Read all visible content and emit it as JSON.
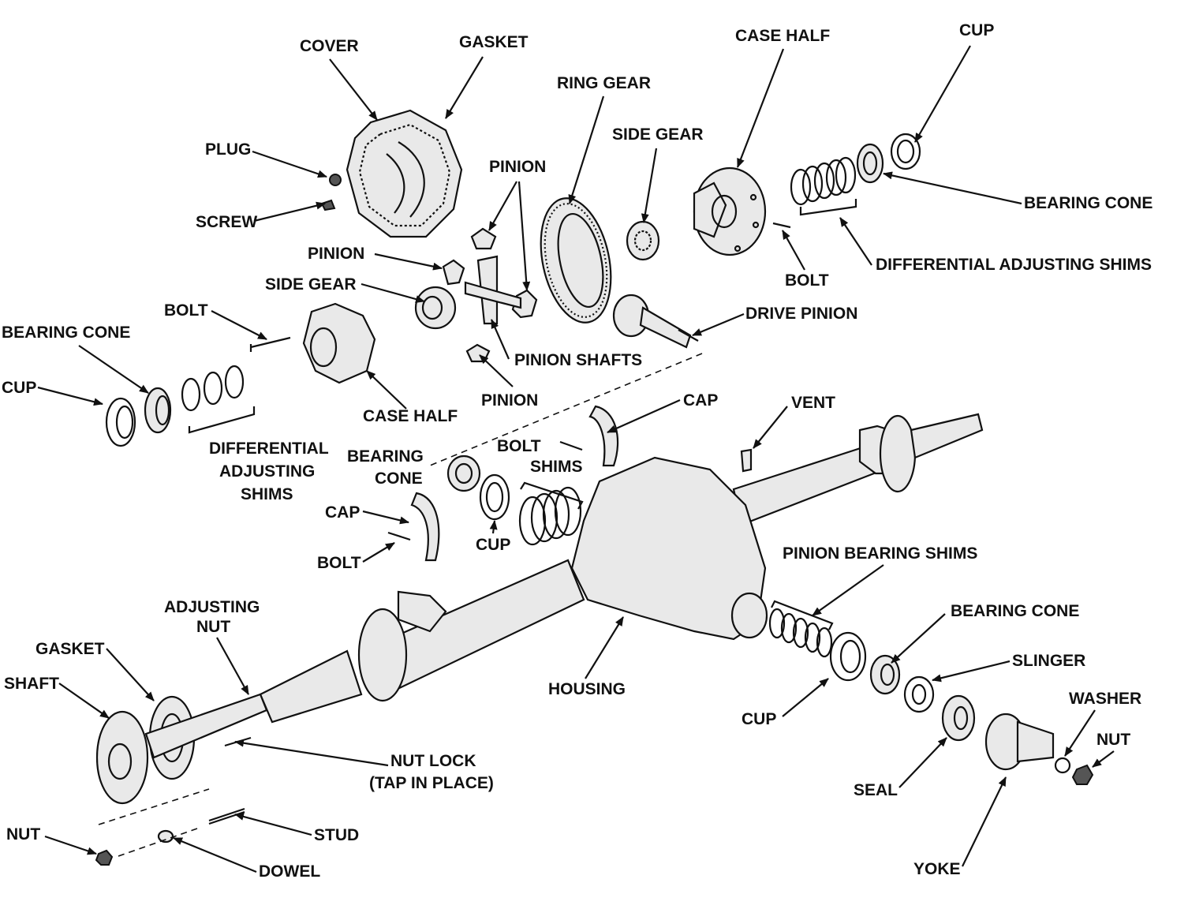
{
  "labels": {
    "cover": "COVER",
    "gasket_top": "GASKET",
    "case_half_top": "CASE HALF",
    "cup_top": "CUP",
    "ring_gear": "RING GEAR",
    "side_gear_top": "SIDE GEAR",
    "pinion_top": "PINION",
    "plug": "PLUG",
    "screw": "SCREW",
    "bearing_cone_top_right": "BEARING CONE",
    "diff_shims_top_right": "DIFFERENTIAL ADJUSTING SHIMS",
    "bolt_top_right": "BOLT",
    "pinion_left": "PINION",
    "side_gear_left": "SIDE GEAR",
    "bolt_left": "BOLT",
    "bearing_cone_left": "BEARING CONE",
    "drive_pinion": "DRIVE PINION",
    "pinion_shafts": "PINION SHAFTS",
    "cup_left": "CUP",
    "case_half_left": "CASE HALF",
    "pinion_bottom": "PINION",
    "cap_top": "CAP",
    "vent": "VENT",
    "diff_shims_left_1": "DIFFERENTIAL",
    "diff_shims_left_2": "ADJUSTING",
    "diff_shims_left_3": "SHIMS",
    "bolt_mid": "BOLT",
    "shims_mid": "SHIMS",
    "bearing_cone_mid_1": "BEARING",
    "bearing_cone_mid_2": "CONE",
    "cap_mid": "CAP",
    "cup_mid": "CUP",
    "bolt_lower": "BOLT",
    "pinion_bearing_shims": "PINION BEARING SHIMS",
    "adjusting_nut_1": "ADJUSTING",
    "adjusting_nut_2": "NUT",
    "bearing_cone_right": "BEARING CONE",
    "gasket_left": "GASKET",
    "slinger": "SLINGER",
    "shaft": "SHAFT",
    "housing": "HOUSING",
    "washer": "WASHER",
    "cup_right": "CUP",
    "nut_right": "NUT",
    "nut_lock_1": "NUT LOCK",
    "nut_lock_2": "(TAP IN PLACE)",
    "seal": "SEAL",
    "nut_left": "NUT",
    "stud": "STUD",
    "yoke": "YOKE",
    "dowel": "DOWEL"
  }
}
